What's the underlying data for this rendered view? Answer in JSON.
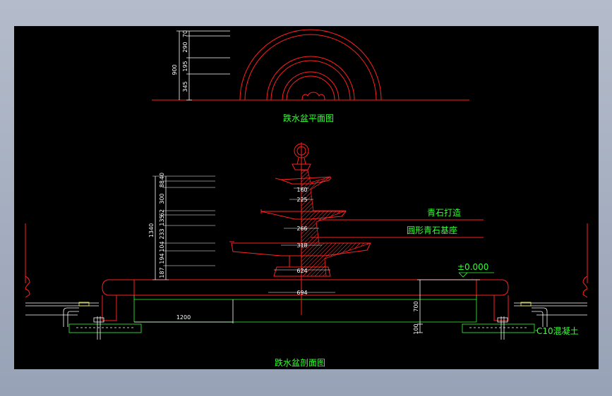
{
  "plan": {
    "title": "跌水盆平面图",
    "dims": {
      "total": "900",
      "d1": "70",
      "d2": "290",
      "d3": "195",
      "d4": "345"
    }
  },
  "section": {
    "title": "跌水盆剖面图",
    "dims_left": {
      "total": "1340",
      "v1": "40",
      "v2": "88",
      "v3": "300",
      "v4": "62",
      "v5": "135",
      "v6": "233",
      "v7": "104",
      "v8": "194",
      "v9": "187"
    },
    "dims_center": {
      "w1": "160",
      "w2": "225",
      "w3": "266",
      "w4": "318",
      "w5": "624",
      "w6": "694"
    },
    "dim_base_width": "1200",
    "dim_right_height": "700",
    "dim_right_small": "100",
    "elevation": "±0.000",
    "callouts": {
      "stone": "青石打造",
      "base": "圆形青石基座",
      "concrete": "C10混凝土"
    }
  }
}
